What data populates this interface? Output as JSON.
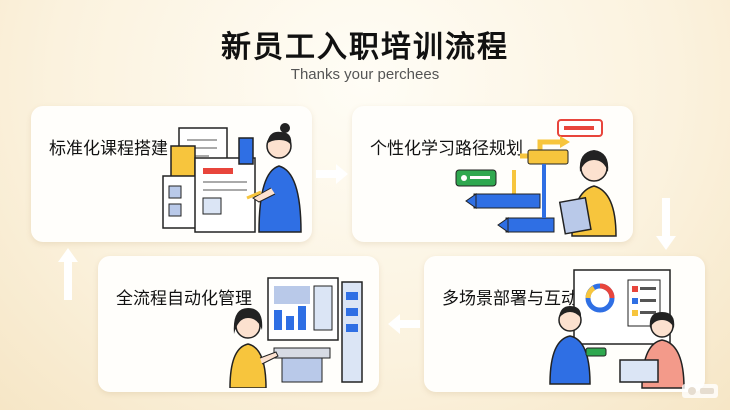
{
  "header": {
    "title": "新员工入职培训流程",
    "subtitle": "Thanks your perchees"
  },
  "steps": [
    {
      "label": "标准化课程搭建",
      "icon": "woman-with-documents-illustration"
    },
    {
      "label": "个性化学习路径规划",
      "icon": "woman-with-path-arrows-illustration"
    },
    {
      "label": "多场景部署与互动",
      "icon": "two-people-at-dashboard-illustration"
    },
    {
      "label": "全流程自动化管理",
      "icon": "woman-at-computer-illustration"
    }
  ],
  "colors": {
    "blue": "#2f6fe4",
    "yellow": "#f7c53d",
    "red": "#e8453c",
    "green": "#2fa84f",
    "arrow": "#ffffff"
  }
}
